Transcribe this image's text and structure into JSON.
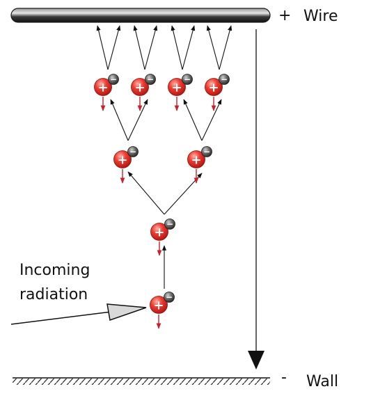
{
  "labels": {
    "wire": "Wire",
    "wall": "Wall",
    "plus_sign": "+",
    "minus_sign": "-",
    "incoming_line1": "Incoming",
    "incoming_line2": "radiation"
  },
  "glyphs": {
    "positive": "+",
    "negative": "−"
  },
  "colors": {
    "positive_ion": "#e5322d",
    "electron": "#555555",
    "drift_arrow": "#cc1f2a",
    "wire": "#2b2b2b",
    "line": "#111111"
  }
}
